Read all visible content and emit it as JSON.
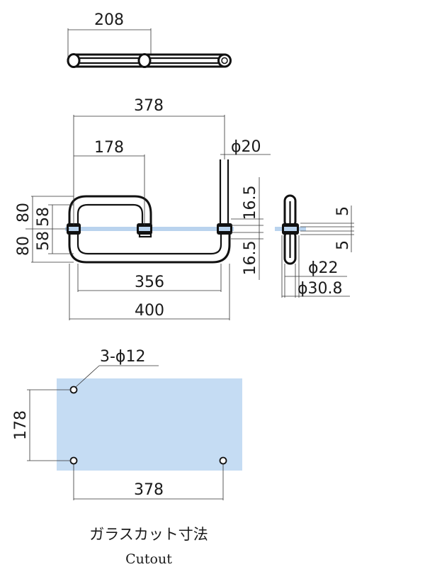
{
  "top_view": {
    "dim": "208"
  },
  "front_view": {
    "dim_overall_centers": "378",
    "dim_half": "178",
    "dim_bar_dia": "ϕ20",
    "dim_proj_upper": "16.5",
    "dim_proj_lower": "16.5",
    "dim_left_upper_outer": "80",
    "dim_left_upper_inner": "58",
    "dim_left_lower_outer": "80",
    "dim_left_lower_inner": "58",
    "dim_inner_width": "356",
    "dim_outer_width": "400"
  },
  "side_view": {
    "dim_upper": "5",
    "dim_lower": "5",
    "dim_dia_inner": "ϕ22",
    "dim_dia_outer": "ϕ30.8"
  },
  "cutout": {
    "hole_spec": "3-ϕ12",
    "dim_height": "178",
    "dim_width": "378",
    "caption_jp": "ガラスカット寸法",
    "caption_en": "Cutout",
    "glass_color": "#c5dcf3"
  }
}
